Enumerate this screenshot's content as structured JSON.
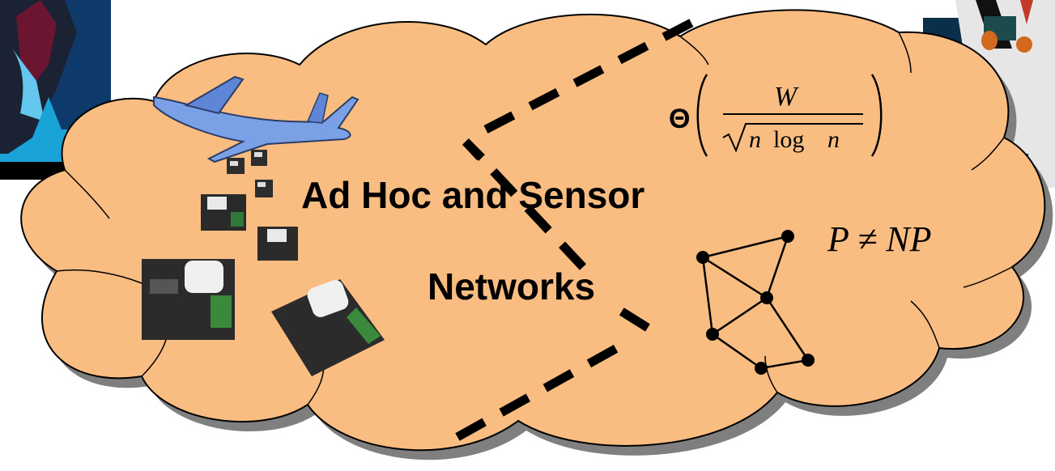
{
  "title": {
    "line1": "Ad Hoc and Sensor",
    "line2": "Networks"
  },
  "formula_theta": {
    "symbol": "Θ",
    "numerator": "W",
    "denominator_n": "n",
    "denominator_log": "log",
    "denominator_n2": "n"
  },
  "formula_p_np": "P ≠ NP",
  "clipart": {
    "left_figure": "person-silhouette-icon",
    "right_figure": "doctor-with-clipboard-icon",
    "airplane": "airplane-icon",
    "sensor_nodes": "sensor-node-icon"
  },
  "colors": {
    "cloud_fill": "#f9bd82",
    "cloud_stroke": "#000000",
    "cloud_shadow": "#7f7f7f",
    "left_panel": "#0d3a6b",
    "right_panel": "#0a2f4a",
    "airplane": "#7aa0e6"
  }
}
